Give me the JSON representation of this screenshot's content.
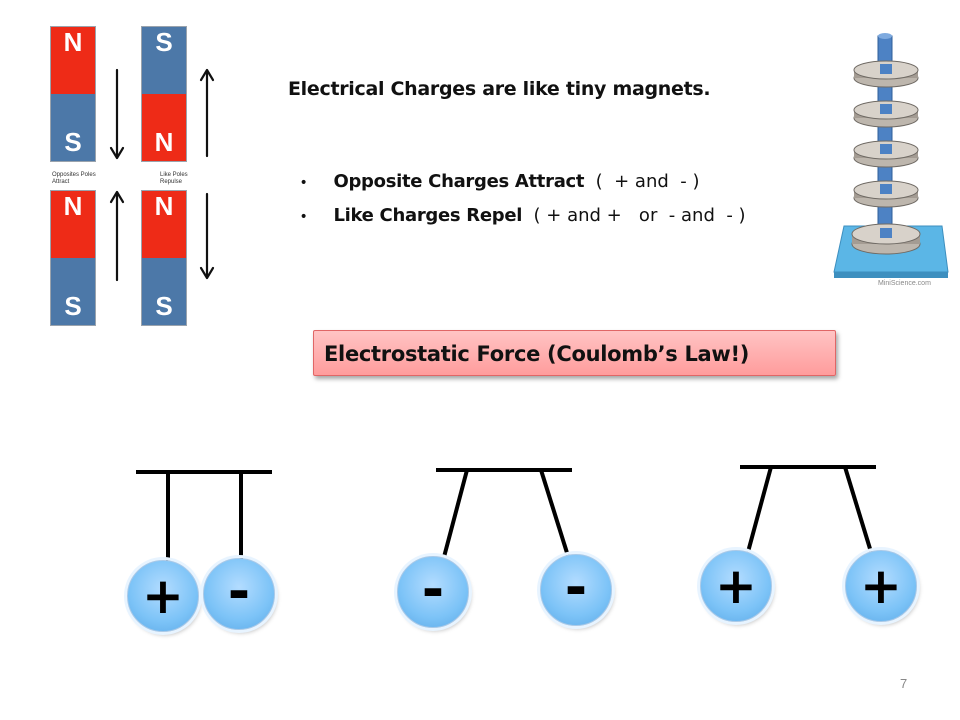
{
  "magnets": {
    "pair_left": {
      "top": {
        "top_pole": "N",
        "bottom_pole": "S"
      },
      "bottom": {
        "top_pole": "N",
        "bottom_pole": "S"
      },
      "caption_line1": "Opposites Poles",
      "caption_line2": "Attract"
    },
    "pair_right": {
      "top": {
        "top_pole": "S",
        "bottom_pole": "N"
      },
      "bottom": {
        "top_pole": "N",
        "bottom_pole": "S"
      },
      "caption_line1": "Like Poles",
      "caption_line2": "Repulse"
    },
    "colors": {
      "north": "#ee2b17",
      "south": "#4c78a8"
    }
  },
  "text": {
    "heading": "Electrical Charges are like tiny magnets.",
    "bullets": [
      {
        "bold": "Opposite Charges Attract",
        "rest": "  (  + and  - )"
      },
      {
        "bold": "Like Charges Repel",
        "rest": "  ( + and +   or  - and  - )"
      }
    ],
    "force_label": "Electrostatic Force (Coulomb’s Law!)"
  },
  "image_credit": "MiniScience.com",
  "charges": {
    "pair1": [
      "+",
      "-"
    ],
    "pair2": [
      "-",
      "-"
    ],
    "pair3": [
      "+",
      "+"
    ]
  },
  "page_number": "7"
}
